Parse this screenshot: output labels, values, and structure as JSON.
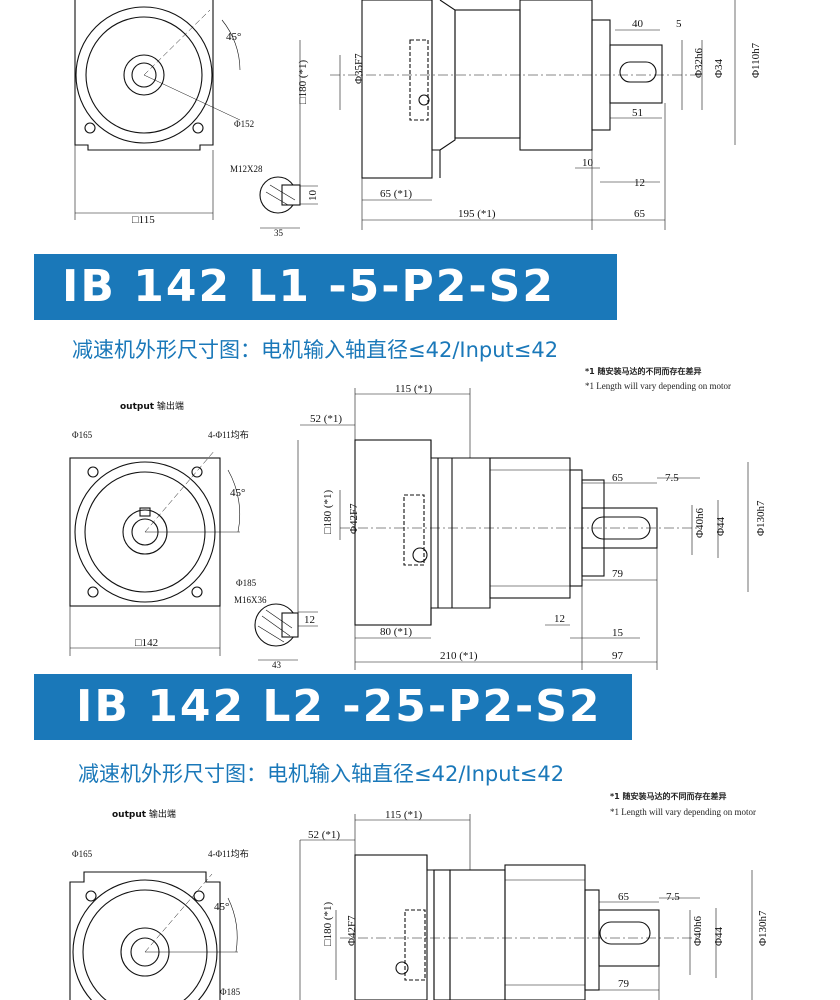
{
  "sections": [
    {
      "title": "IB 142 L1 -5-P2-S2",
      "subtitle": "减速机外形尺寸图：电机输入轴直径≤42/Input≤42",
      "note_cn": "*1 随安装马达的不同而存在差异",
      "note_en": "*1 Length will vary depending on motor",
      "output_en": "output",
      "output_cn": "输出端",
      "labels": {
        "flange_dia": "Φ165",
        "holes": "4-Φ11均布",
        "angle": "45°",
        "pcd": "Φ185",
        "thread": "M16X36",
        "square": "□142",
        "key_w": "43",
        "key_h": "12",
        "len_motor": "115 (*1)",
        "len_flange": "52 (*1)",
        "shaft_len": "65",
        "key_off": "7.5",
        "pilot": "Φ42F7",
        "sq_motor": "□180 (*1)",
        "shaft_dia": "Φ40h6",
        "shoulder_dia": "Φ44",
        "spigot_dia": "Φ130h7",
        "keyway_len": "79",
        "spigot_h": "12",
        "shoulder_h": "15",
        "len_body": "80 (*1)",
        "total_len": "210 (*1)",
        "out_len": "97"
      }
    },
    {
      "title": "IB 142 L2 -25-P2-S2",
      "subtitle": "减速机外形尺寸图：电机输入轴直径≤42/Input≤42",
      "note_cn": "*1 随安装马达的不同而存在差异",
      "note_en": "*1 Length will vary depending on motor",
      "output_en": "output",
      "output_cn": "输出端",
      "labels": {
        "flange_dia": "Φ165",
        "holes": "4-Φ11均布",
        "angle": "45°",
        "pcd": "Φ185",
        "len_motor": "115 (*1)",
        "len_flange": "52 (*1)",
        "shaft_len": "65",
        "key_off": "7.5",
        "pilot": "Φ42F7",
        "sq_motor": "□180 (*1)",
        "shaft_dia": "Φ40h6",
        "shoulder_dia": "Φ44",
        "spigot_dia": "Φ130h7",
        "keyway_len": "79"
      }
    }
  ],
  "top_labels": {
    "angle": "45°",
    "pcd": "Φ152",
    "thread": "M12X28",
    "key_h": "10",
    "key_w": "35",
    "square": "□115",
    "pilot": "Φ35F7",
    "sq_motor": "□180 (*1)",
    "shaft_len": "40",
    "key_off": "5",
    "shaft_dia": "Φ32h6",
    "shoulder_dia": "Φ34",
    "spigot_dia": "Φ110h7",
    "keyway_len": "51",
    "spigot_h": "10",
    "shoulder_h": "12",
    "len_body": "65 (*1)",
    "total_len": "195 (*1)",
    "out_len": "65"
  },
  "colors": {
    "accent": "#1a78b9",
    "line": "#111111"
  }
}
